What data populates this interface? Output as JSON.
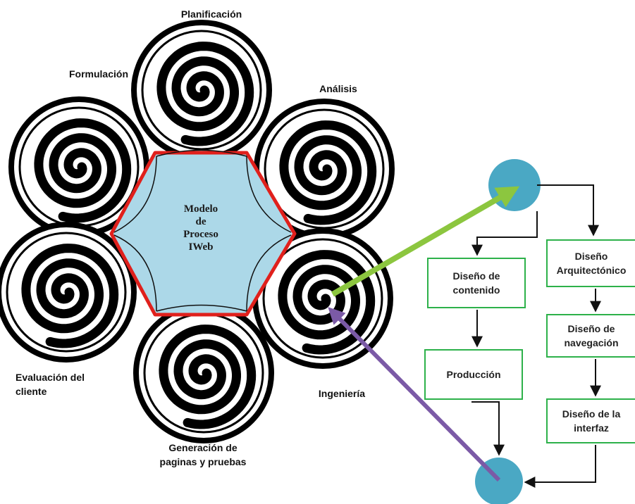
{
  "center": {
    "text": "Modelo\nde\nProceso\nIWeb"
  },
  "phases": {
    "planificacion": "Planificación",
    "formulacion": "Formulación",
    "analisis": "Análisis",
    "ingenieria": "Ingeniería",
    "evaluacion": "Evaluación del\ncliente",
    "generacion": "Generación de\npaginas y pruebas"
  },
  "flow": {
    "contenido": "Diseño de\ncontenido",
    "produccion": "Producción",
    "arquitectonico": "Diseño\nArquitectónico",
    "navegacion": "Diseño de\nnavegación",
    "interfaz": "Diseño de  la\ninterfaz"
  },
  "colors": {
    "hexagon_fill": "#acd8e8",
    "hexagon_border": "#e0201c",
    "node": "#4aa8c4",
    "box_border": "#2db14a",
    "green_arrow": "#8cc63f",
    "purple_arrow": "#7b5aa6"
  }
}
